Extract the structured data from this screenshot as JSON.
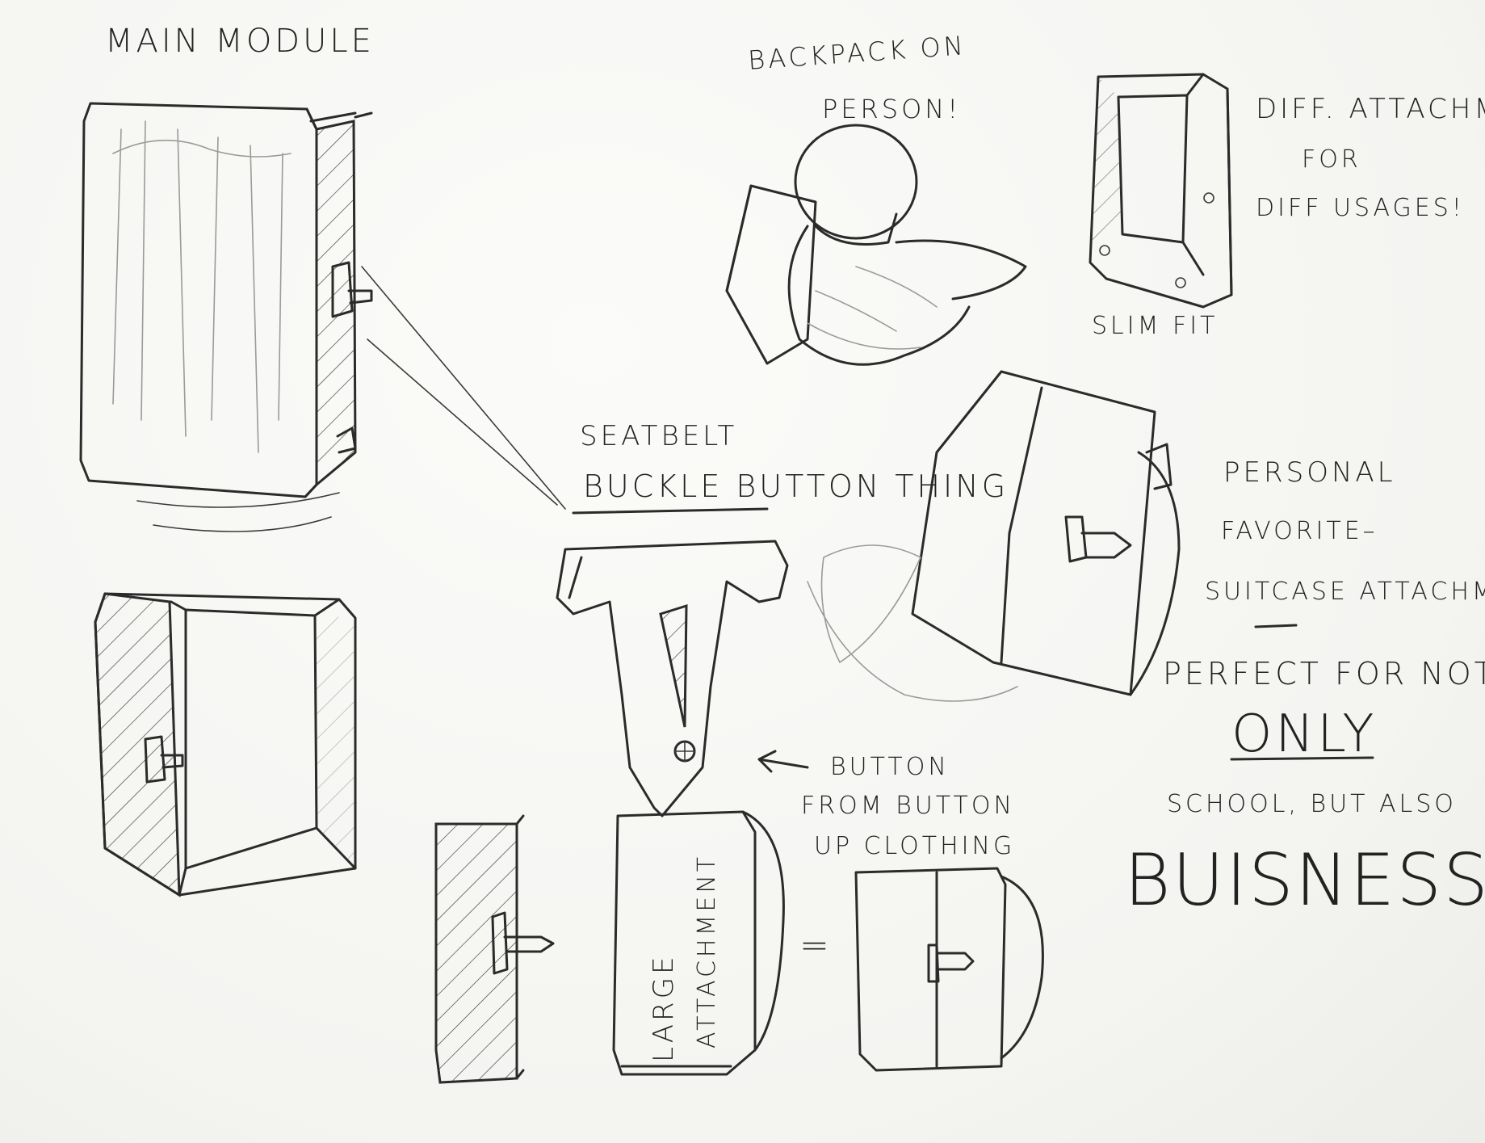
{
  "labels": {
    "main_module": "MAIN MODULE",
    "backpack_line1": "BACKPACK ON",
    "backpack_line2": "PERSON!",
    "diff_line1": "DIFF. ATTACHMEN",
    "diff_line2": "FOR",
    "diff_line3": "DIFF USAGES!",
    "slim_fit": "SLIM FIT",
    "seatbelt_line1": "SEATBELT",
    "seatbelt_line2": "BUCKLE BUTTON THING",
    "personal_line1": "PERSONAL",
    "personal_line2": "FAVORITE–",
    "personal_line3": "SUITCASE ATTACHMEN",
    "perfect_line": "PERFECT FOR NOT",
    "only": "ONLY",
    "school_line": "SCHOOL, BUT ALSO",
    "buisness": "BUISNESS!",
    "button_line1": "BUTTON",
    "button_line2": "FROM BUTTON",
    "button_line3": "UP CLOTHING",
    "large_line1": "LARGE",
    "large_line2": "ATTACHMENT",
    "equals": "="
  },
  "colors": {
    "ink": "#2b2b2b",
    "paper": "#f7f7f5",
    "faint": "#9a9a9a"
  }
}
